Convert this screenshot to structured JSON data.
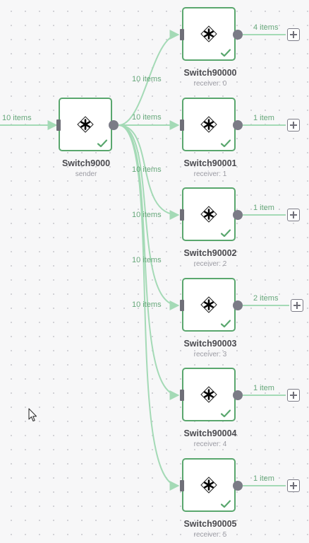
{
  "incoming": {
    "label": "10 items"
  },
  "sender": {
    "title": "Switch9000",
    "subtitle": "sender",
    "icon": "asterisk-diamond-icon"
  },
  "branch_labels": [
    "10 items",
    "10 items",
    "10 items",
    "10 items",
    "10 items",
    "10 items"
  ],
  "receivers": [
    {
      "title": "Switch90000",
      "subtitle": "receiver: 0",
      "output_label": "4 items"
    },
    {
      "title": "Switch90001",
      "subtitle": "receiver: 1",
      "output_label": "1 item"
    },
    {
      "title": "Switch90002",
      "subtitle": "receiver: 2",
      "output_label": "1 item"
    },
    {
      "title": "Switch90003",
      "subtitle": "receiver: 3",
      "output_label": "2 items"
    },
    {
      "title": "Switch90004",
      "subtitle": "receiver: 4",
      "output_label": "1 item"
    },
    {
      "title": "Switch90005",
      "subtitle": "receiver: 5",
      "output_label": "1 item"
    }
  ],
  "colors": {
    "success": "#5aa76e",
    "edge": "#a4dab6",
    "port": "#7b7b86"
  }
}
